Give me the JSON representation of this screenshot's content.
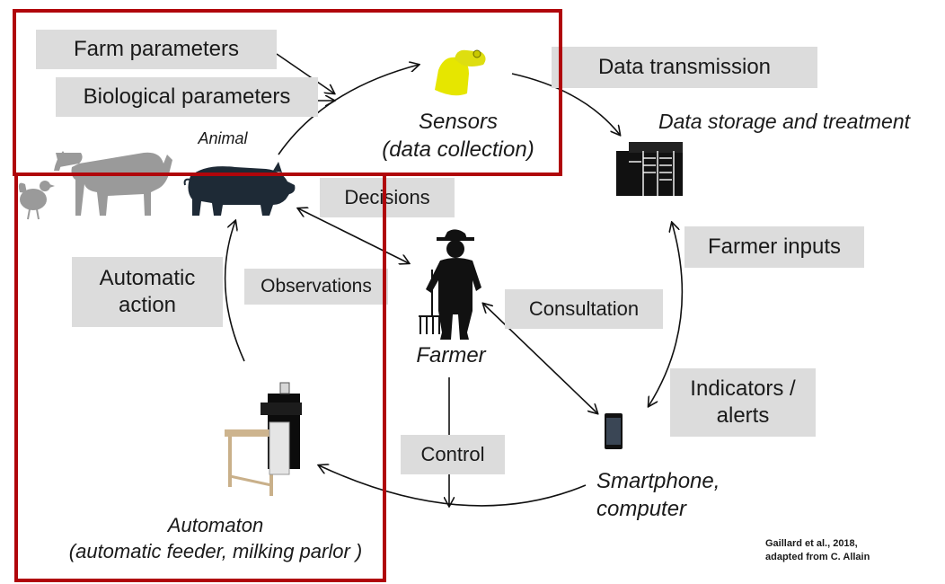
{
  "boxes": {
    "farm_parameters": "Farm parameters",
    "biological_parameters": "Biological parameters",
    "data_transmission": "Data transmission",
    "decisions": "Decisions",
    "farmer_inputs": "Farmer inputs",
    "automatic_action": "Automatic\naction",
    "observations": "Observations",
    "consultation": "Consultation",
    "indicators_alerts": "Indicators /\nalerts",
    "control": "Control"
  },
  "captions": {
    "animal": "Animal",
    "sensors": "Sensors\n(data collection)",
    "data_storage": "Data storage and treatment",
    "farmer": "Farmer",
    "smartphone": "Smartphone,\ncomputer",
    "automaton": "Automaton\n(automatic feeder, milking parlor )"
  },
  "credit": "Gaillard et al., 2018,\nadapted from C. Allain",
  "colors": {
    "box_fill": "#dcdcdc",
    "frame_red": "#b0060b",
    "silhouette": "#1e2a36",
    "animal_grey": "#9a9a9a",
    "tag_yellow": "#e8e800"
  },
  "icons": [
    "chicken-icon",
    "cow-icon",
    "pig-icon",
    "ear-tag-icon",
    "server-icon",
    "farmer-icon",
    "smartphone-icon",
    "automaton-icon"
  ]
}
